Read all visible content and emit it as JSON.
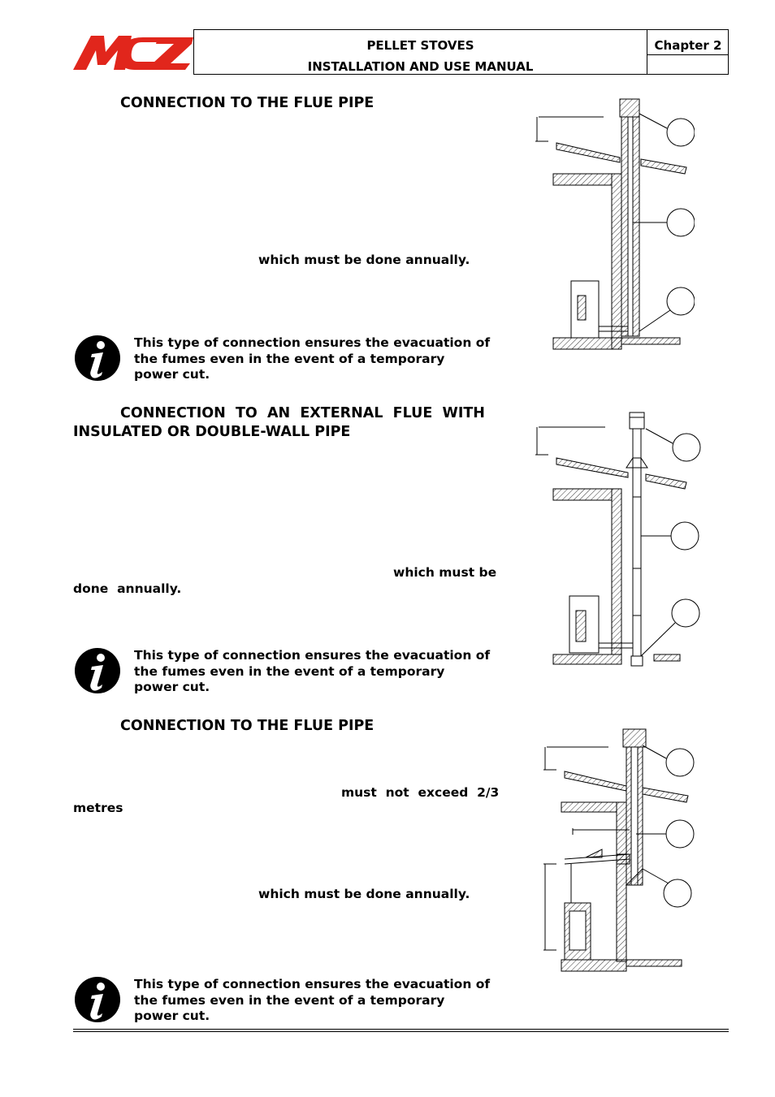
{
  "header": {
    "logo_text": "MCZ",
    "title_line1": "PELLET STOVES",
    "title_line2": "INSTALLATION AND USE MANUAL",
    "chapter": "Chapter 2"
  },
  "section1": {
    "heading": "CONNECTION TO THE FLUE PIPE",
    "bold_fragment": "which must be done annually.",
    "note": "This type of connection ensures the evacuation of the fumes even in the event of a temporary power cut."
  },
  "section2": {
    "heading_line1": "CONNECTION  TO  AN  EXTERNAL  FLUE  WITH",
    "heading_line2": "INSULATED OR DOUBLE-WALL PIPE",
    "bold_fragment1": "which must be",
    "bold_fragment2": "done  annually.",
    "note": "This type of connection ensures the evacuation of the fumes even in the event of a temporary power cut."
  },
  "section3": {
    "heading": "CONNECTION TO THE FLUE PIPE",
    "bold_fragment1": "must  not  exceed  2/3",
    "bold_fragment2": "metres",
    "bold_fragment3": "which must be done annually.",
    "note": "This type of connection ensures the evacuation of the fumes even in the event of a temporary power cut."
  },
  "icons": {
    "info": "info-icon"
  }
}
